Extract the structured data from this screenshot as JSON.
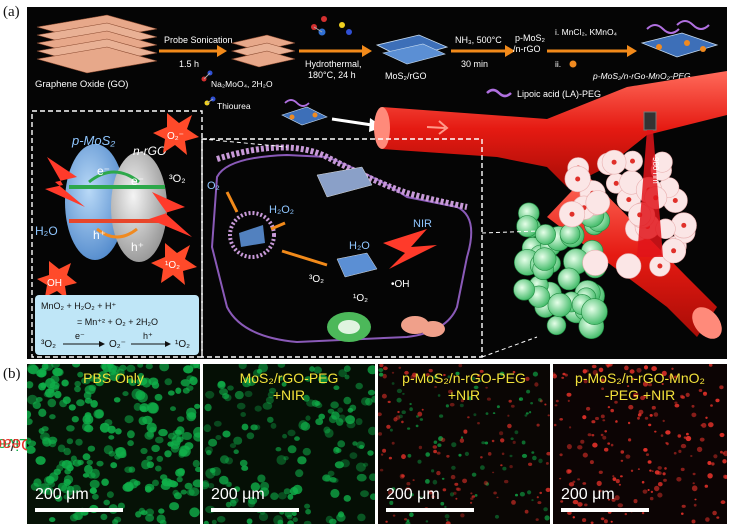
{
  "panel_a": {
    "letter": "(a)",
    "synthesis": {
      "go_label": "Graphene Oxide (GO)",
      "step1_top": "Probe Sonication",
      "step1_bottom": "1.5 h",
      "reagent1": "Na₂MoO₄, 2H₂O",
      "reagent2": "Thiourea",
      "step2_top": "Hydrothermal,",
      "step2_bottom": "180°C, 24 h",
      "product1": "MoS₂/rGO",
      "step3_top": "NH₃, 500°C",
      "step3_bottom": "30 min",
      "product2_line1": "p-MoS₂",
      "product2_line2": "/n-rGO",
      "step4_line1": "i. MnCl₂, KMnO₄",
      "step4_line2": "ii.",
      "final_product": "p-MoS₂/n-rGo-MnO₂-PEG",
      "lipoic": "Lipoic acid (LA)-PEG"
    },
    "mechanism": {
      "p_mos2": "p-MoS₂",
      "n_rgo": "n-rGO",
      "e1": "e⁻",
      "e2": "e⁻",
      "h1": "h⁺",
      "h2": "h⁺",
      "o2_radical": "O₂⁻",
      "o2_triplet": "³O₂",
      "h2o": "H₂O",
      "oh": "OH",
      "o2_singlet": "¹O₂"
    },
    "equations": {
      "line1": "MnO₂ + H₂O₂ + H⁺",
      "line2": "= Mn⁺² + O₂ + 2H₂O",
      "line3_left": "³O₂",
      "line3_arrow1": "e⁻",
      "line3_mid": "O₂⁻",
      "line3_arrow2": "h⁺",
      "line3_right": "¹O₂"
    },
    "cell": {
      "o2": "O₂",
      "h2o2": "H₂O₂",
      "h2o": "H₂O",
      "nir": "NIR",
      "o2_triplet": "³O₂",
      "oh": "•OH",
      "o2_singlet": "¹O₂"
    },
    "laser": "980 nm"
  },
  "panel_b": {
    "letter": "(b)",
    "side_label_live": "Live",
    "side_label_sep": "/",
    "side_label_dead": "Dead",
    "colors": {
      "live": "#10b04a",
      "dead": "#e8322a",
      "label_yellow": "#f2e23a"
    },
    "images": [
      {
        "label_line1": "PBS Only",
        "label_line2": "",
        "scale": "200 μm"
      },
      {
        "label_line1": "MoS₂/rGO-PEG",
        "label_line2": "+NIR",
        "scale": "200 μm"
      },
      {
        "label_line1": "p-MoS₂/n-rGO-PEG",
        "label_line2": "+NIR",
        "scale": "200 μm"
      },
      {
        "label_line1": "p-MoS₂/n-rGO-MnO₂",
        "label_line2": "-PEG +NIR",
        "scale": "200 μm"
      }
    ]
  }
}
